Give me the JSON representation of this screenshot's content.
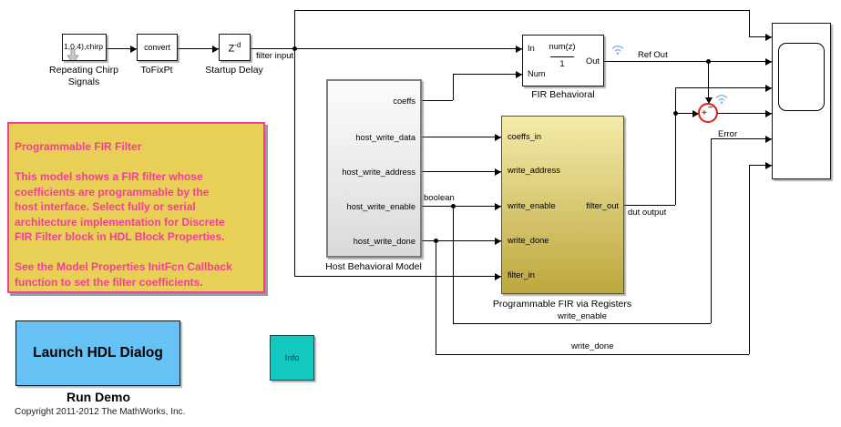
{
  "colors": {
    "annotation_bg": "#E7D055",
    "magenta": "#F23E9C",
    "gold_top": "#F3EBAA",
    "gold_bottom": "#BDA73D",
    "gray_top": "#FCFCFC",
    "gray_bottom": "#DADADA",
    "blue": "#66C1F5",
    "teal": "#13C9BF",
    "red": "#D9201F",
    "wifi": "#8FB7E3"
  },
  "blocks": {
    "chirp": {
      "display": "1,0.4),chirp",
      "label1": "Repeating Chirp",
      "label2": "Signals"
    },
    "tofixpt": {
      "display": "convert",
      "label": "ToFixPt"
    },
    "startup_delay": {
      "base": "Z",
      "exp": "-d",
      "label": "Startup Delay"
    },
    "fir_behavioral": {
      "port_in": "In",
      "port_num": "Num",
      "numerator": "num(z)",
      "denominator": "1",
      "port_out": "Out",
      "label": "FIR Behavioral"
    },
    "host_model": {
      "label": "Host Behavioral Model",
      "ports": [
        "coeffs",
        "host_write_data",
        "host_write_address",
        "host_write_enable",
        "host_write_done"
      ]
    },
    "fir_registers": {
      "label": "Programmable FIR via Registers",
      "inputs": [
        "coeffs_in",
        "write_address",
        "write_enable",
        "write_done",
        "filter_in"
      ],
      "output": "filter_out"
    },
    "sum": {
      "plus": "+",
      "minus": "−",
      "label": "Error"
    },
    "launch_button": {
      "text": "Launch HDL Dialog",
      "label": "Run Demo"
    },
    "info": {
      "text": "Info"
    }
  },
  "wire_labels": {
    "filter_input": "filter input",
    "ref_out": "Ref Out",
    "boolean": "boolean",
    "dut_output": "dut output",
    "write_enable": "write_enable",
    "write_done": "write_done"
  },
  "annotation": {
    "title": "Programmable FIR Filter",
    "body1": [
      "This model shows a FIR filter whose",
      "coefficients are programmable by the",
      "host interface. Select fully or serial",
      "architecture implementation for Discrete",
      "FIR Filter block in HDL Block Properties."
    ],
    "body2": [
      "See the Model Properties InitFcn Callback",
      "function to set the filter coefficients."
    ]
  },
  "footer": {
    "copyright": "Copyright 2011-2012 The MathWorks, Inc."
  }
}
